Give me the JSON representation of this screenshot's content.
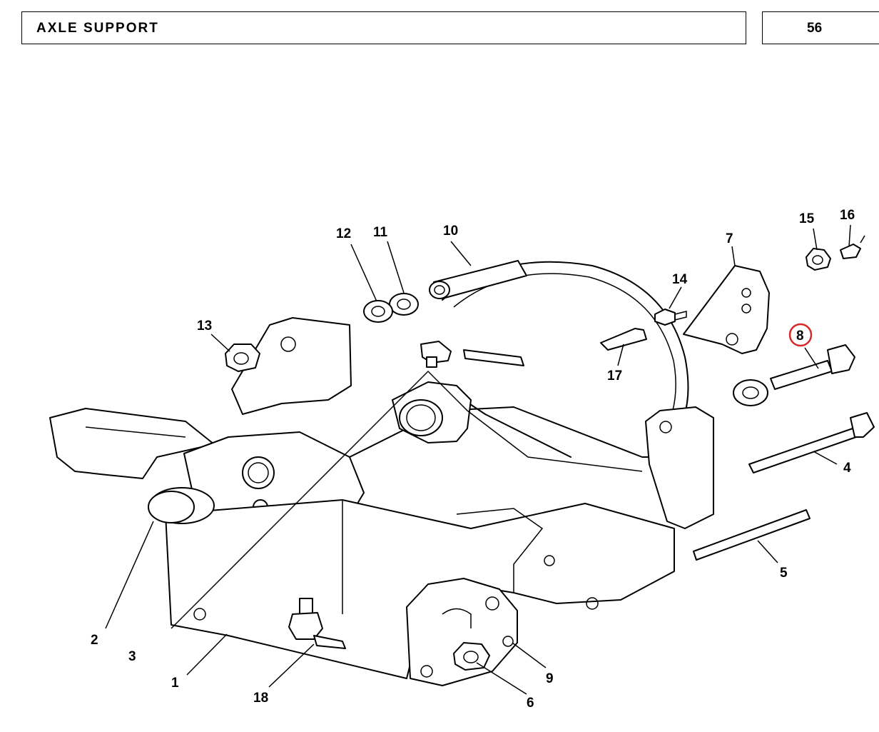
{
  "header": {
    "title": "AXLE  SUPPORT",
    "page_number": "56"
  },
  "callouts": {
    "c1": "1",
    "c2": "2",
    "c3": "3",
    "c4": "4",
    "c5": "5",
    "c6": "6",
    "c7": "7",
    "c8": "8",
    "c9": "9",
    "c10": "10",
    "c11": "11",
    "c12": "12",
    "c13": "13",
    "c14": "14",
    "c15": "15",
    "c16": "16",
    "c17": "17",
    "c18": "18"
  },
  "highlight": {
    "callout": "8",
    "color": "#d62828"
  }
}
